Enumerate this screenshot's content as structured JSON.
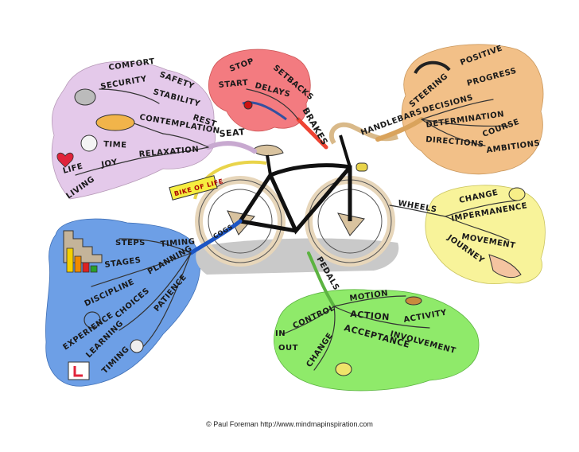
{
  "title": "BIKE OF LIFE",
  "credit": "© Paul Foreman http://www.mindmapinspiration.com",
  "colors": {
    "seat": "#e4c9ea",
    "brakes": "#f37b80",
    "handlebars": "#f2c088",
    "wheels": "#f8f39a",
    "pedals": "#8fea6a",
    "cogs": "#6d9fe6"
  },
  "seat": {
    "label": "SEAT",
    "words": [
      "COMFORT",
      "SAFETY",
      "SECURITY",
      "STABILITY",
      "REST",
      "CONTEMPLATION",
      "TIME",
      "RELAXATION",
      "JOY",
      "LIFE",
      "LIVING"
    ]
  },
  "brakes": {
    "label": "BRAKES",
    "words": [
      "STOP",
      "SETBACKS",
      "START",
      "DELAYS"
    ]
  },
  "handlebars": {
    "label": "HANDLEBARS",
    "words": [
      "POSITIVE",
      "STEERING",
      "PROGRESS",
      "DECISIONS",
      "DETERMINATION",
      "DIRECTIONS",
      "COURSE",
      "AMBITIONS"
    ]
  },
  "wheels": {
    "label": "WHEELS",
    "words": [
      "CHANGE",
      "IMPERMANENCE",
      "MOVEMENT",
      "JOURNEY"
    ]
  },
  "pedals": {
    "label": "PEDALS",
    "words": [
      "MOTION",
      "ACTION",
      "ACTIVITY",
      "CONTROL",
      "IN",
      "OUT",
      "ACCEPTANCE",
      "INVOLVEMENT",
      "CHANGE"
    ]
  },
  "cogs": {
    "label": "COGS",
    "words": [
      "STEPS",
      "TIMING",
      "STAGES",
      "PLANNING",
      "DISCIPLINE",
      "PATIENCE",
      "EXPERIENCE",
      "CHOICES",
      "LEARNING",
      "TIMING"
    ]
  }
}
